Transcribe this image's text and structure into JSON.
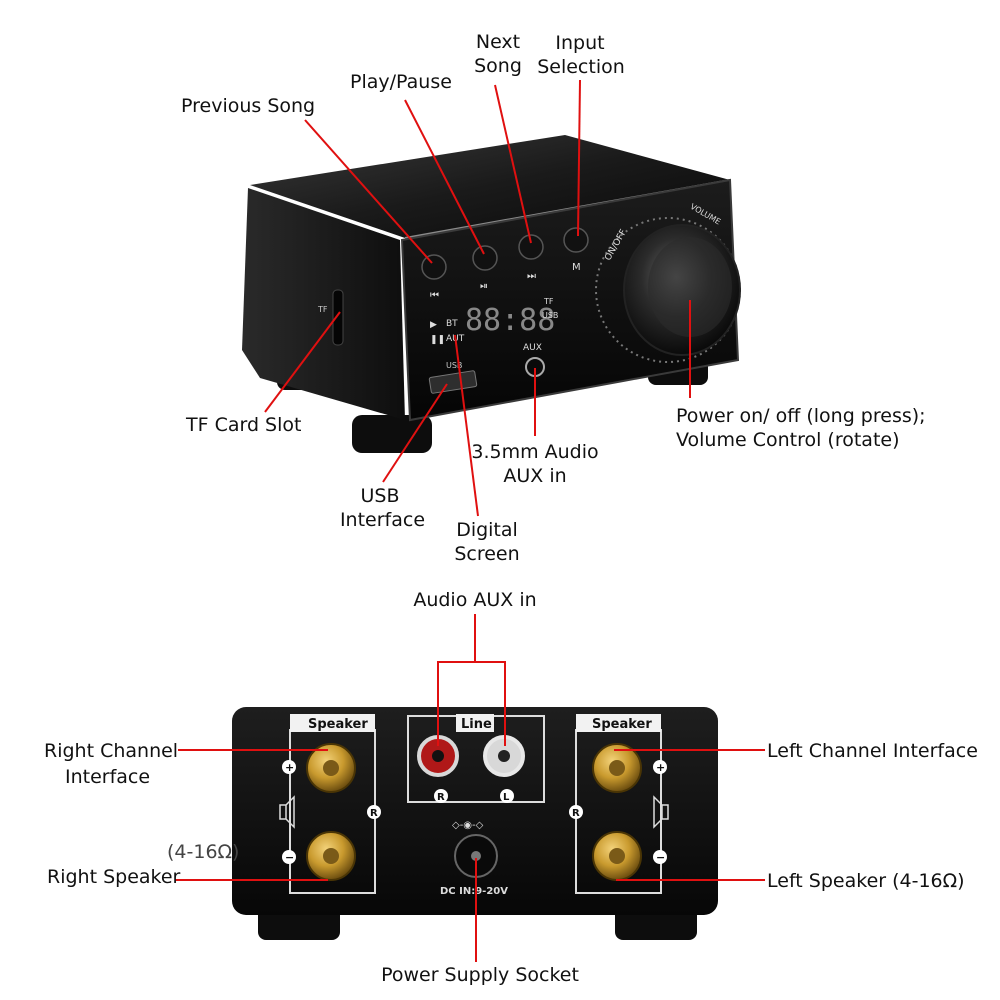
{
  "front": {
    "labels": {
      "previous_song": "Previous Song",
      "play_pause": "Play/Pause",
      "next_song_1": "Next",
      "next_song_2": "Song",
      "input_selection_1": "Input",
      "input_selection_2": "Selection",
      "tf_card_slot": "TF Card Slot",
      "usb_interface_1": "USB",
      "usb_interface_2": "Interface",
      "digital_screen_1": "Digital",
      "digital_screen_2": "Screen",
      "aux_in_1": "3.5mm Audio",
      "aux_in_2": "AUX in",
      "power_volume_1": "Power on/ off (long press);",
      "power_volume_2": "Volume Control (rotate)"
    },
    "device_text": {
      "display_digits": "88:88",
      "bt": "BT",
      "aut": "AUT",
      "tf": "TF",
      "usb": "USB",
      "usb_port": "USB",
      "aux": "AUX",
      "tf_side": "TF",
      "mode_button": "M",
      "on_off": "ON/OFF",
      "volume": "VOLUME"
    }
  },
  "back": {
    "labels": {
      "audio_aux_in": "Audio AUX in",
      "right_channel_1": "Right Channel",
      "right_channel_2": "Interface",
      "right_speaker": "Right Speaker",
      "right_ohm": "(4-16Ω)",
      "left_channel": "Left Channel Interface",
      "left_speaker": "Left Speaker (4-16Ω)",
      "power_supply": "Power Supply Socket"
    },
    "device_text": {
      "speaker_left_box": "Speaker",
      "speaker_right_box": "Speaker",
      "line": "Line",
      "r_rca": "R",
      "l_rca": "L",
      "r_left_panel": "R",
      "r_right_panel": "R",
      "plus": "+",
      "minus": "−",
      "dc_in": "DC IN:9-20V"
    }
  },
  "colors": {
    "leader": "#e01010",
    "device_body": "#151515",
    "gold": "#c99a2e",
    "rca_red": "#b01818"
  }
}
